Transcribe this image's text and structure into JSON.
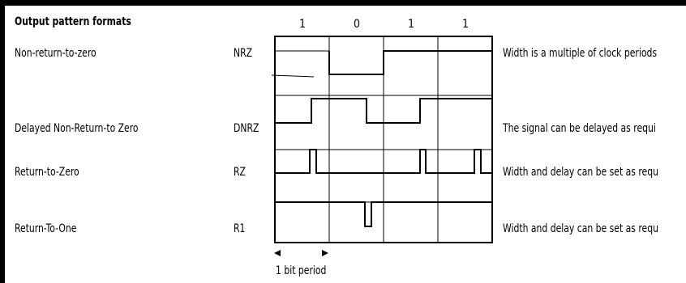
{
  "header": {
    "title": "Output pattern formats",
    "bit_values": [
      "1",
      "0",
      "1",
      "1"
    ]
  },
  "rows": [
    {
      "name": "Non-return-to-zero",
      "code": "NRZ",
      "description": "Width is a multiple of clock periods"
    },
    {
      "name": "Delayed Non-Return-to Zero",
      "code": "DNRZ",
      "description": "The signal can be delayed as requi"
    },
    {
      "name": "Return-to-Zero",
      "code": "RZ",
      "description": "Width and delay can be set as requ"
    },
    {
      "name": "Return-To-One",
      "code": "R1",
      "description": "Width and delay can be set as requ"
    }
  ],
  "bit_period_label": "1 bit period"
}
